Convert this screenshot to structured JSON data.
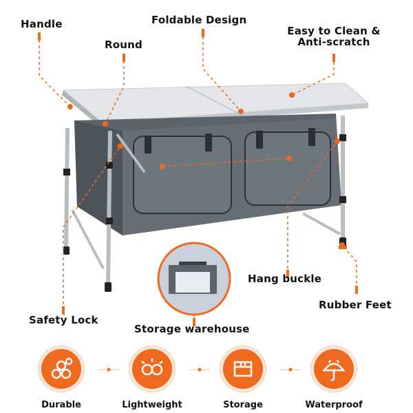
{
  "colors": {
    "accent": "#ee6a1e",
    "table_top": "#e4e6e9",
    "frame": "#b8bcc1",
    "cabinet": "#5f666e",
    "cabinet_panel": "#6b737b"
  },
  "callouts": {
    "handle": "Handle",
    "round": "Round",
    "foldable": "Foldable Design",
    "easy_clean_line1": "Easy to Clean &",
    "easy_clean_line2": "Anti-scratch",
    "hang_buckle": "Hang buckle",
    "rubber_feet": "Rubber Feet",
    "safety_lock": "Safety Lock",
    "storage_warehouse": "Storage warehouse"
  },
  "features": [
    {
      "label": "Durable",
      "icon": "molecule-icon"
    },
    {
      "label": "Lightweight",
      "icon": "feather-icon"
    },
    {
      "label": "Storage",
      "icon": "box-icon"
    },
    {
      "label": "Waterproof",
      "icon": "umbrella-icon"
    }
  ]
}
